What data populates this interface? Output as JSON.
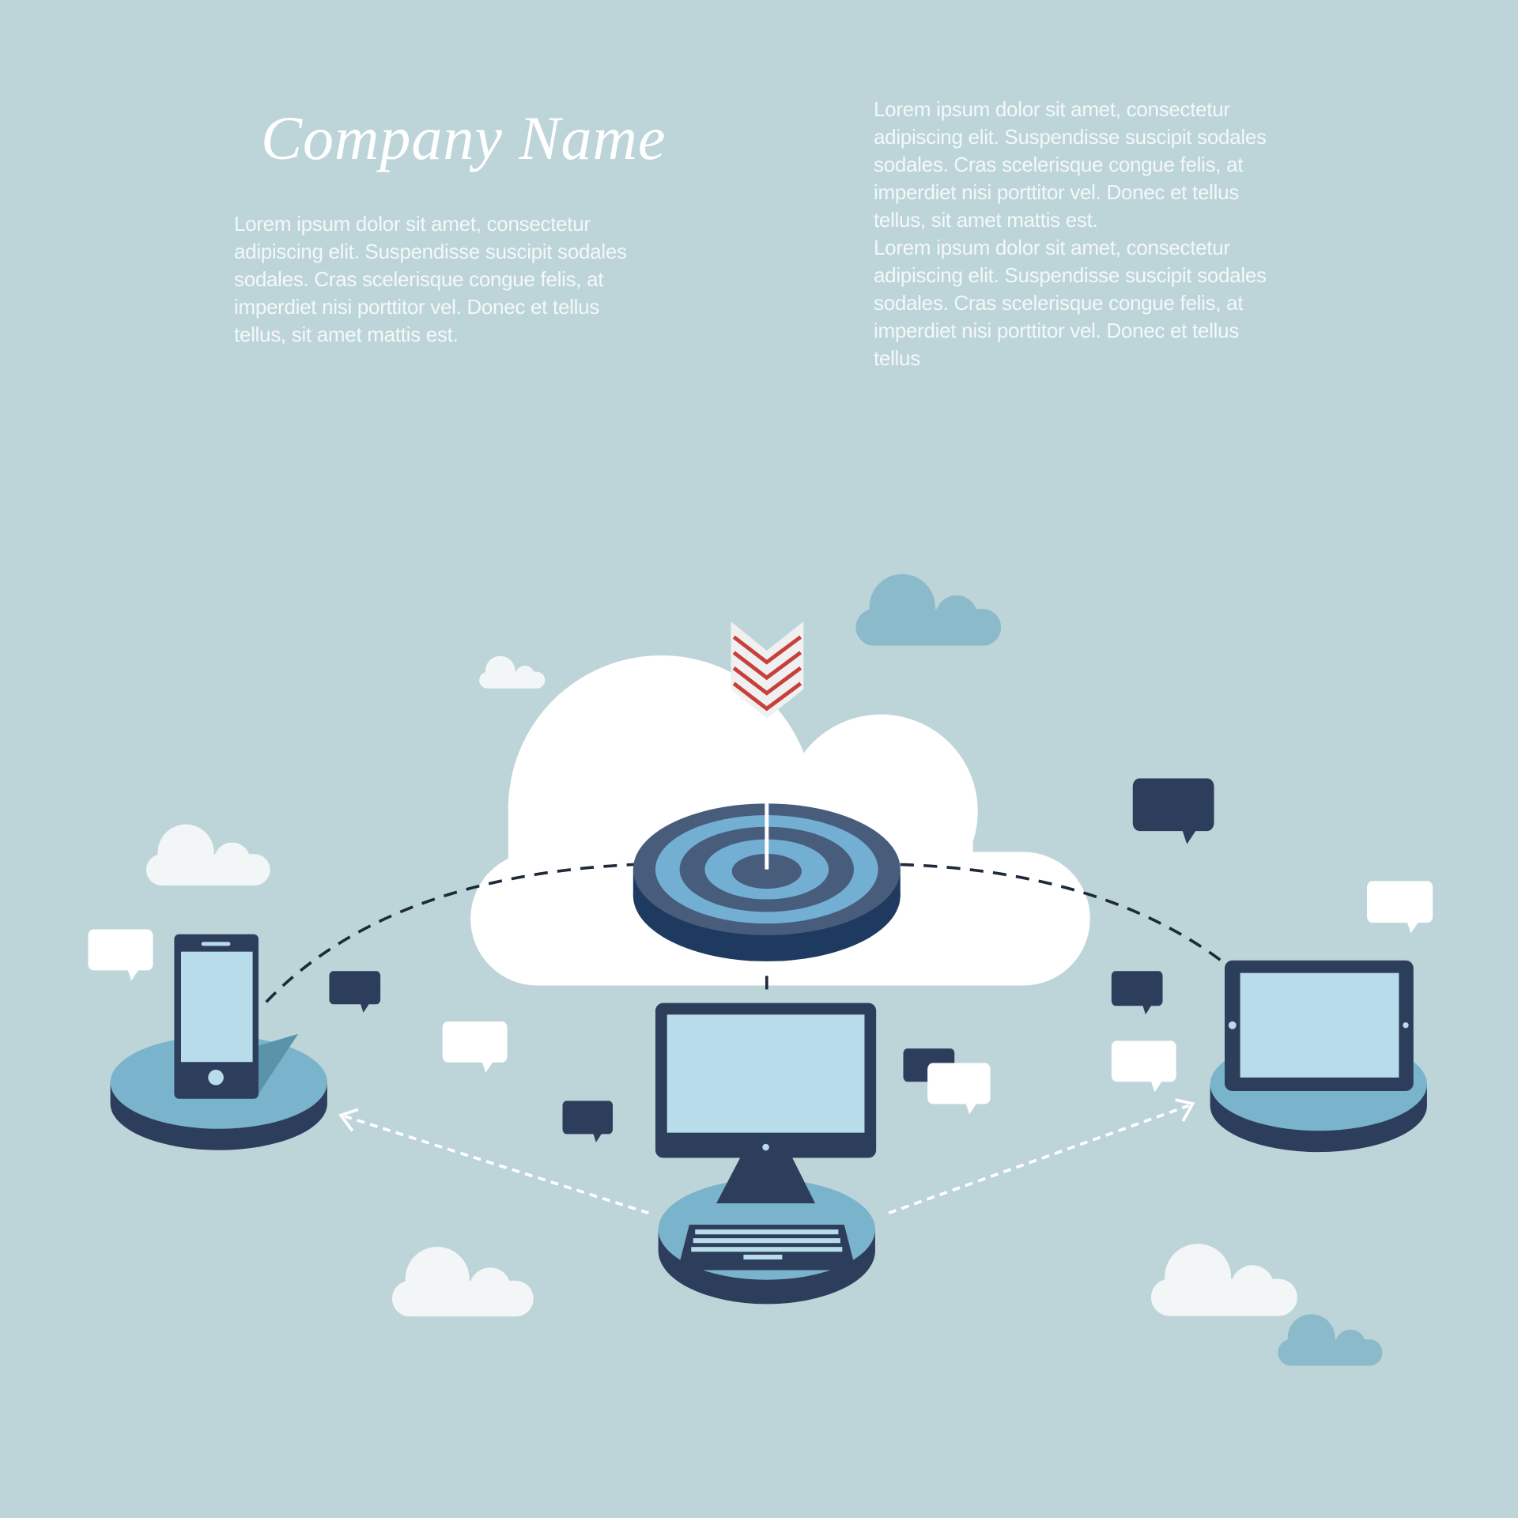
{
  "header": {
    "company_name": "Company Name"
  },
  "left_paragraph": {
    "lines": [
      "Lorem ipsum dolor sit amet, consectetur",
      "adipiscing elit. Suspendisse suscipit sodales",
      "sodales. Cras scelerisque congue felis, at",
      "imperdiet nisi porttitor vel. Donec et tellus",
      "tellus, sit amet mattis est."
    ]
  },
  "right_paragraph": {
    "lines": [
      "Lorem ipsum dolor sit amet, consectetur",
      "adipiscing elit. Suspendisse suscipit sodales",
      "sodales. Cras scelerisque congue felis, at",
      "imperdiet nisi porttitor vel. Donec et tellus",
      "tellus, sit amet mattis est.",
      "Lorem ipsum dolor sit amet, consectetur",
      "adipiscing elit. Suspendisse suscipit sodales",
      "sodales. Cras scelerisque congue felis, at",
      "imperdiet nisi porttitor vel. Donec et tellus",
      "tellus"
    ]
  },
  "colors": {
    "background": "#bdd5d9",
    "navy": "#2c3e5c",
    "screen": "#b8dcea",
    "platform": "#7ab3cc",
    "cloud_blue": "#8bbacb",
    "arrow_red": "#c8403a"
  },
  "icons": [
    "cloud-icon",
    "target-icon",
    "arrow-icon",
    "smartphone-icon",
    "tablet-icon",
    "desktop-computer-icon",
    "keyboard-icon",
    "speech-bubble-icon"
  ]
}
